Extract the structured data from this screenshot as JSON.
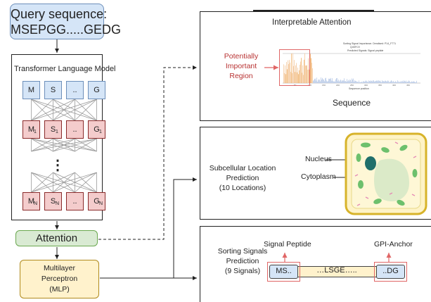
{
  "query": {
    "title": "Query sequence:",
    "sequence": "MSEPGG.....GEDG"
  },
  "transformer": {
    "title": "Transformer  Language Model",
    "row_input": [
      "M",
      "S",
      "..",
      "G"
    ],
    "row_hidden": [
      "M",
      "S",
      "..",
      "G"
    ],
    "row_hidden_sub": [
      "1",
      "1",
      "",
      "1"
    ],
    "row_output": [
      "M",
      "S",
      "..",
      "G"
    ],
    "row_output_sub": [
      "N",
      "N",
      "",
      "N"
    ],
    "dots": "⋮"
  },
  "attention": {
    "label": "Attention"
  },
  "mlp": {
    "line1": "Multilayer",
    "line2": "Perceptron",
    "line3": "(MLP)"
  },
  "panel_attention": {
    "title": "Interpretable Attention",
    "callout_line1": "Potentially",
    "callout_line2": "Important",
    "callout_line3": "Region",
    "xlabel": "Sequence",
    "mini_title1": "Sorting Signal Importance. Dendised: P14_F771",
    "mini_title2": "Q4SFC9",
    "mini_title3": "Predicted Signals: Signal peptide",
    "mini_xlabel": "Sequence position",
    "mini_ticks": [
      "50",
      "100",
      "150",
      "200",
      "250",
      "300",
      "350",
      "400",
      "450"
    ]
  },
  "panel_location": {
    "line1": "Subcellular Location",
    "line2": "Prediction",
    "line3": "(10 Locations)",
    "nucleus_label": "Nucleus",
    "cytoplasm_label": "Cytoplasm"
  },
  "panel_sorting": {
    "line1": "Sorting Signals",
    "line2": "Prediction",
    "line3": "(9 Signals)",
    "signal_peptide_label": "Signal Peptide",
    "gpi_label": "GPI-Anchor",
    "seq_left": "MS..",
    "seq_mid": "…LSGE…..",
    "seq_right": "..DG"
  },
  "colors": {
    "blue_fill": "#d5e5f7",
    "blue_stroke": "#6d8fba",
    "pink_fill": "#f4cccc",
    "green_fill": "#d9ead3",
    "yellow_fill": "#fff2cc",
    "red": "#e06666"
  }
}
